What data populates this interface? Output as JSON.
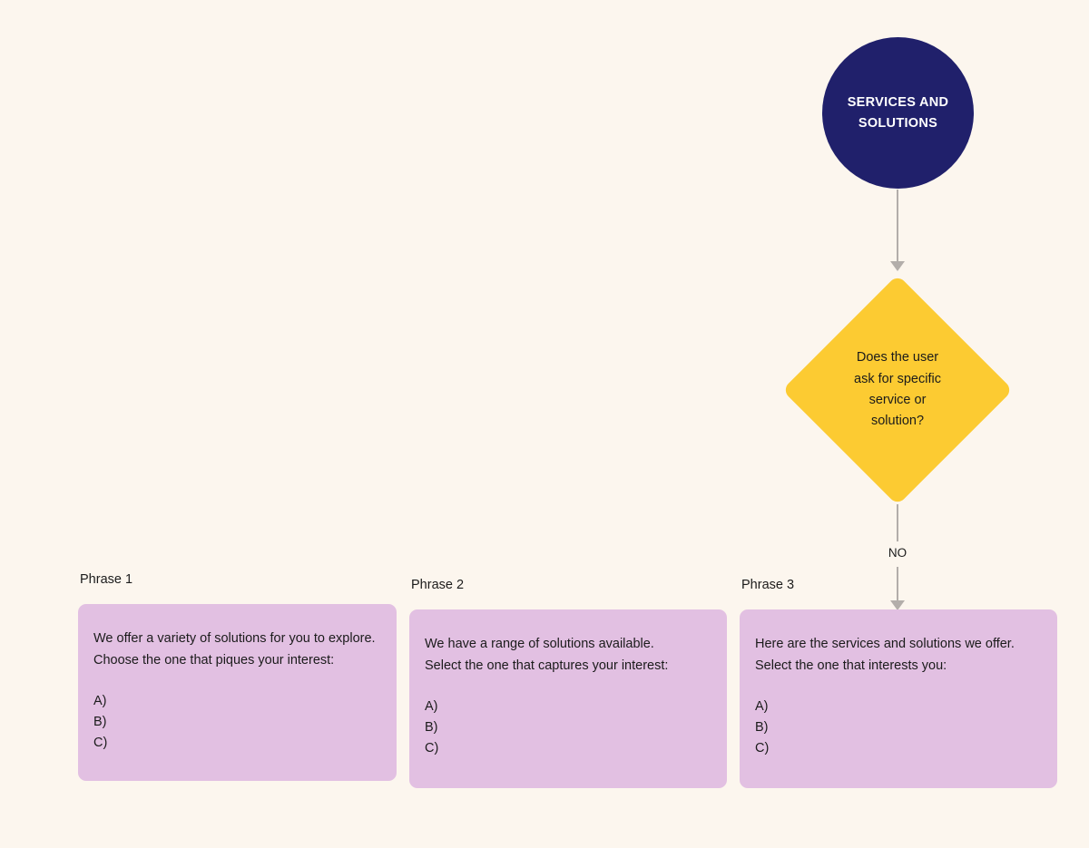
{
  "theme": {
    "background": "#fcf6ee",
    "node_navy": "#20206b",
    "node_yellow": "#fccb32",
    "card_lavender": "#e2c0e2",
    "connector_gray": "#b3aeaa",
    "text_dark": "#1b1b1b",
    "text_light": "#ffffff"
  },
  "flow": {
    "start": {
      "label": "SERVICES AND SOLUTIONS",
      "shape": "circle"
    },
    "decision": {
      "label": "Does the user\nask for specific\nservice or\nsolution?",
      "shape": "diamond"
    },
    "branch": {
      "no_label": "NO"
    }
  },
  "phrases": [
    {
      "title": "Phrase 1",
      "body": "We offer a variety of solutions for you to explore.\nChoose the one that piques your interest:",
      "options": [
        "A)",
        "B)",
        "C)"
      ]
    },
    {
      "title": "Phrase 2",
      "body": "We have a range of solutions available.\nSelect the one that captures your interest:",
      "options": [
        "A)",
        "B)",
        "C)"
      ]
    },
    {
      "title": "Phrase 3",
      "body": "Here are the services and solutions we offer.\nSelect the one that interests you:",
      "options": [
        "A)",
        "B)",
        "C)"
      ]
    }
  ]
}
